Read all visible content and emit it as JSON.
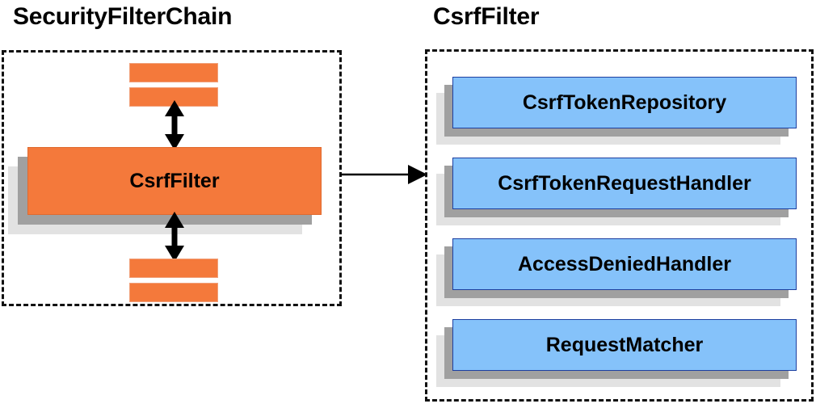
{
  "diagram": {
    "title_left": "SecurityFilterChain",
    "title_right": "CsrfFilter",
    "left_panel": {
      "main_node_label": "CsrfFilter",
      "stub_count": 4,
      "arrow_up": "double-headed-vertical-arrow",
      "arrow_down": "double-headed-vertical-arrow"
    },
    "connector": {
      "type": "single-headed-horizontal-arrow",
      "from": "SecurityFilterChain",
      "to": "CsrfFilter"
    },
    "right_panel": {
      "nodes": [
        {
          "label": "CsrfTokenRepository"
        },
        {
          "label": "CsrfTokenRequestHandler"
        },
        {
          "label": "AccessDeniedHandler"
        },
        {
          "label": "RequestMatcher"
        }
      ]
    },
    "colors": {
      "orange_fill": "#f4793b",
      "orange_border": "#e06a2e",
      "blue_fill": "#85c2fa",
      "blue_border": "#1d3fa0",
      "shadow_near": "#a0a0a0",
      "shadow_far": "#e2e2e2",
      "outline": "#111111",
      "text": "#000000",
      "background": "#ffffff"
    }
  }
}
